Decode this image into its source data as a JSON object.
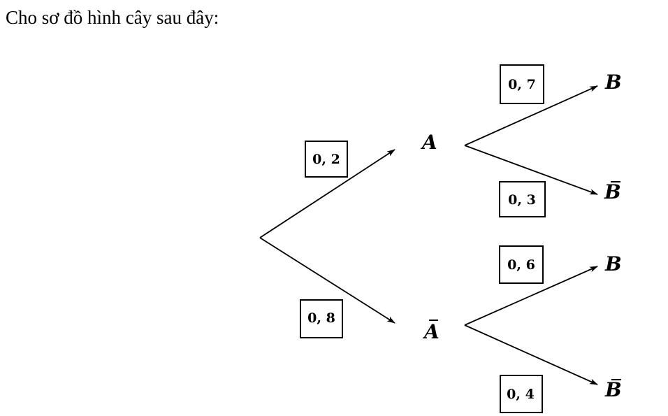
{
  "title": "Cho sơ đồ hình cây sau đây:",
  "tree": {
    "level1": [
      {
        "node": "A",
        "bar": false,
        "prob": "0, 2",
        "children": [
          {
            "node": "B",
            "bar": false,
            "prob": "0, 7"
          },
          {
            "node": "B",
            "bar": true,
            "prob": "0, 3"
          }
        ]
      },
      {
        "node": "A",
        "bar": true,
        "prob": "0, 8",
        "children": [
          {
            "node": "B",
            "bar": false,
            "prob": "0, 6"
          },
          {
            "node": "B",
            "bar": true,
            "prob": "0, 4"
          }
        ]
      }
    ]
  }
}
